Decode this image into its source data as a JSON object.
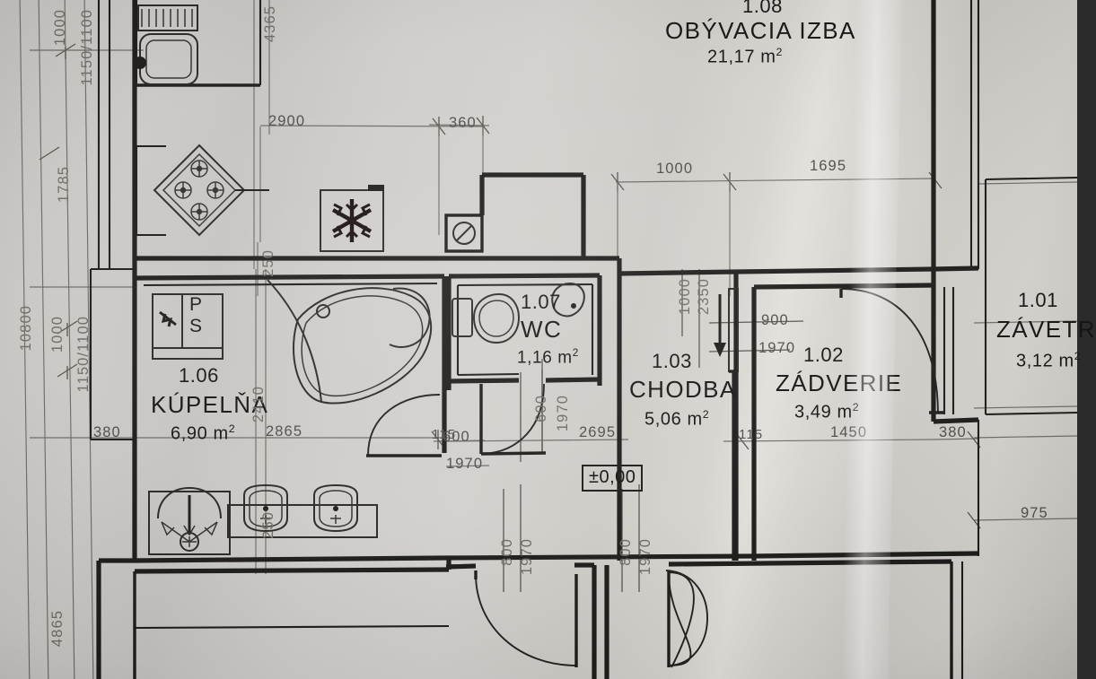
{
  "document": {
    "kind": "architectural-floor-plan-photo",
    "language": "sk",
    "elevation_marker": "±0,00"
  },
  "rooms": [
    {
      "id": "r108",
      "number": "1.08",
      "name": "OBÝVACIA IZBA",
      "area": "21,17 m",
      "unit_sup": "2"
    },
    {
      "id": "r101",
      "number": "1.01",
      "name": "ZÁVETR",
      "area": "3,12 m",
      "unit_sup": "2"
    },
    {
      "id": "r102",
      "number": "1.02",
      "name": "ZÁDVERIE",
      "area": "3,49 m",
      "unit_sup": "2"
    },
    {
      "id": "r103",
      "number": "1.03",
      "name": "CHODBA",
      "area": "5,06 m",
      "unit_sup": "2"
    },
    {
      "id": "r106",
      "number": "1.06",
      "name": "KÚPELŇA",
      "area": "6,90 m",
      "unit_sup": "2"
    },
    {
      "id": "r107",
      "number": "1.07",
      "name": "WC",
      "area": "1,16 m",
      "unit_sup": "2"
    }
  ],
  "symbols": {
    "washer_top": "P",
    "washer_bottom": "S",
    "fridge": "snowflake-icon",
    "chimney": "circle-slash-icon",
    "level_arrow": "down-arrow-icon"
  },
  "dimensions": {
    "left_margin": [
      {
        "text": "1000",
        "orient": "vertical"
      },
      {
        "text": "1150/1100",
        "orient": "vertical"
      },
      {
        "text": "1785",
        "orient": "vertical"
      },
      {
        "text": "10800",
        "orient": "vertical"
      },
      {
        "text": "1000",
        "orient": "vertical"
      },
      {
        "text": "1150/1100",
        "orient": "vertical"
      },
      {
        "text": "4865",
        "orient": "vertical"
      }
    ],
    "top": [
      {
        "text": "4365",
        "orient": "vertical"
      },
      {
        "text": "2900",
        "orient": "horizontal"
      },
      {
        "text": "360",
        "orient": "horizontal"
      },
      {
        "text": "1000",
        "orient": "horizontal"
      },
      {
        "text": "1695",
        "orient": "horizontal"
      }
    ],
    "interior": [
      {
        "text": "250",
        "orient": "vertical"
      },
      {
        "text": "2410",
        "orient": "vertical"
      },
      {
        "text": "2865",
        "orient": "horizontal"
      },
      {
        "text": "380",
        "orient": "horizontal"
      },
      {
        "text": "250",
        "orient": "vertical"
      },
      {
        "text": "600",
        "orient": "vertical"
      },
      {
        "text": "1970",
        "orient": "vertical"
      },
      {
        "text": "600",
        "orient": "horizontal"
      },
      {
        "text": "1970",
        "orient": "horizontal"
      },
      {
        "text": "115",
        "orient": "horizontal"
      },
      {
        "text": "2695",
        "orient": "horizontal"
      },
      {
        "text": "1000",
        "orient": "vertical"
      },
      {
        "text": "2350",
        "orient": "vertical"
      },
      {
        "text": "900",
        "orient": "horizontal"
      },
      {
        "text": "1970",
        "orient": "horizontal"
      },
      {
        "text": "115",
        "orient": "horizontal"
      },
      {
        "text": "1450",
        "orient": "horizontal"
      },
      {
        "text": "380",
        "orient": "horizontal"
      },
      {
        "text": "975",
        "orient": "horizontal"
      },
      {
        "text": "800",
        "orient": "vertical"
      },
      {
        "text": "1970",
        "orient": "vertical"
      },
      {
        "text": "800",
        "orient": "vertical"
      },
      {
        "text": "1970",
        "orient": "vertical"
      }
    ]
  },
  "labels": {
    "d_1000_a": "1000",
    "d_1150_a": "1150/1100",
    "d_1785": "1785",
    "d_10800": "10800",
    "d_1000_b": "1000",
    "d_1150_b": "1150/1100",
    "d_4865": "4865",
    "d_4365": "4365",
    "d_2900": "2900",
    "d_360": "360",
    "d_top_1000": "1000",
    "d_1695": "1695",
    "d_250_a": "250",
    "d_2410": "2410",
    "d_2865": "2865",
    "d_380_a": "380",
    "d_250_b": "250",
    "d_600_v": "600",
    "d_1970_v": "1970",
    "d_600_h": "600",
    "d_1970_h": "1970",
    "d_115_a": "115",
    "d_2695": "2695",
    "d_1000_win": "1000",
    "d_2350": "2350",
    "d_900": "900",
    "d_1970_door": "1970",
    "d_115_b": "115",
    "d_1450": "1450",
    "d_380_b": "380",
    "d_975": "975",
    "d_800_l": "800",
    "d_1970_l": "1970",
    "d_800_r": "800",
    "d_1970_r": "1970"
  },
  "colors": {
    "paper": "#cecbc7",
    "ink": "#1d1c1a",
    "dim_ink": "#6d6b67"
  }
}
